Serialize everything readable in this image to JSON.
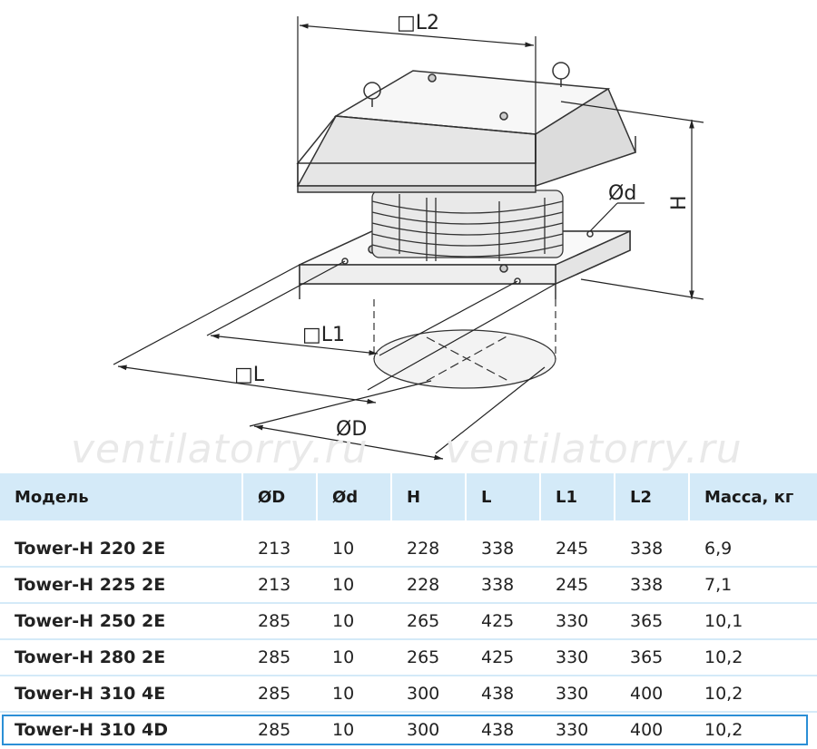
{
  "drawing": {
    "labels": {
      "L2": "□L2",
      "d": "Ød",
      "H": "H",
      "L1": "□L1",
      "L": "□L",
      "D": "ØD"
    },
    "watermarks": [
      "ventilatorry.ru",
      "ventilatorry.ru"
    ]
  },
  "table": {
    "headers": [
      "Модель",
      "ØD",
      "Ød",
      "H",
      "L",
      "L1",
      "L2",
      "Масса, кг"
    ],
    "rows": [
      [
        "Tower-H 220 2E",
        "213",
        "10",
        "228",
        "338",
        "245",
        "338",
        "6,9"
      ],
      [
        "Tower-H 225 2E",
        "213",
        "10",
        "228",
        "338",
        "245",
        "338",
        "7,1"
      ],
      [
        "Tower-H 250 2E",
        "285",
        "10",
        "265",
        "425",
        "330",
        "365",
        "10,1"
      ],
      [
        "Tower-H 280 2E",
        "285",
        "10",
        "265",
        "425",
        "330",
        "365",
        "10,2"
      ],
      [
        "Tower-H 310 4E",
        "285",
        "10",
        "300",
        "438",
        "330",
        "400",
        "10,2"
      ],
      [
        "Tower-H 310 4D",
        "285",
        "10",
        "300",
        "438",
        "330",
        "400",
        "10,2"
      ]
    ],
    "highlight_color": "#2b8fd6",
    "header_bg": "#d4eaf8"
  }
}
